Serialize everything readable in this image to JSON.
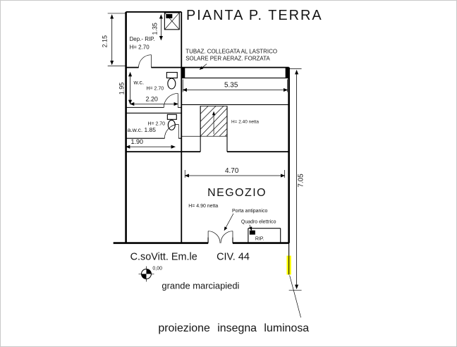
{
  "labels": {
    "title": "PIANTA P. TERRA",
    "dep_rip": "Dep.- RIP.",
    "dep_rip_height": "H= 2.70",
    "tubaz1": "TUBAZ. COLLEGATA AL LASTRICO",
    "tubaz2": "SOLARE PER AERAZ. FORZATA",
    "wc": "w.c.",
    "wc_height": "H= 2.70",
    "awc": "a.w.c.",
    "awc_height": "H= 2.70",
    "stair_height": "H= 2.40 netta",
    "negozio": "NEGOZIO",
    "negozio_height": "H= 4.90 netta",
    "porta_antipanico": "Porta antipanico",
    "quadro_elettrico": "Quadro elettrico",
    "rip": "RIP.",
    "street": "C.soVitt. Em.le",
    "civic": "CIV. 44",
    "level": "0,00",
    "sidewalk": "grande marciapiedi",
    "sign_projection": "proiezione  insegna luminosa"
  },
  "dims": {
    "d215": "2.15",
    "d135": "1.35",
    "d195": "1.95",
    "d220": "2.20",
    "d535": "5.35",
    "d185": "1.85",
    "d190": "1.90",
    "d470": "4.70",
    "d705": "7.05"
  },
  "colors": {
    "sign_highlight": "#ffff00",
    "ink": "#141414",
    "frame": "#c9c9c9"
  }
}
